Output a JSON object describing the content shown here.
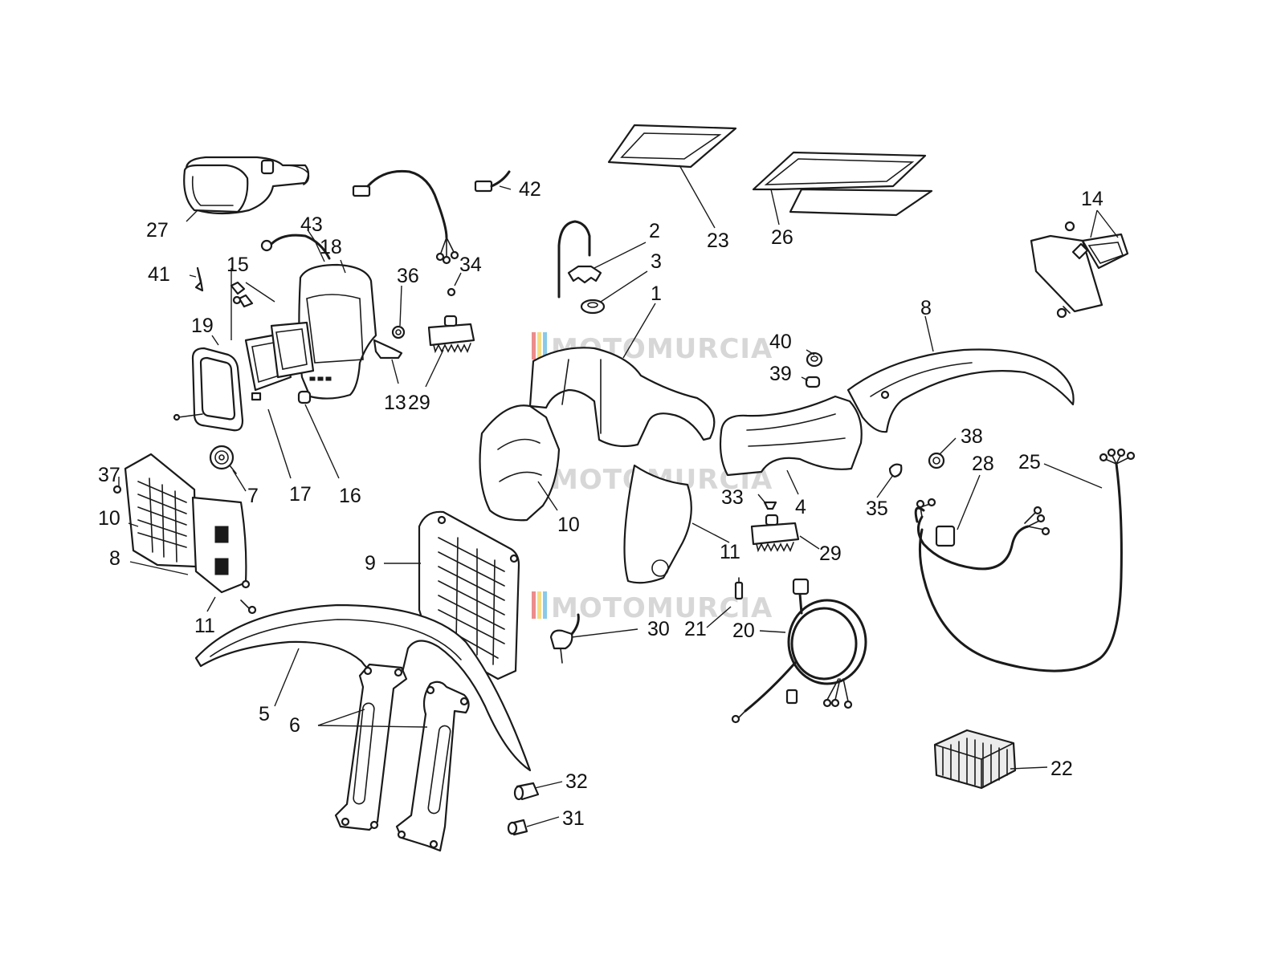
{
  "diagram": {
    "watermark_text": "MOTOMURCIA",
    "watermark_stripe_colors": [
      "#e03030",
      "#f0c020",
      "#2aa0d8"
    ],
    "callouts": [
      {
        "id": "c27",
        "label": "27"
      },
      {
        "id": "c43",
        "label": "43"
      },
      {
        "id": "c18",
        "label": "18"
      },
      {
        "id": "c15",
        "label": "15"
      },
      {
        "id": "c41",
        "label": "41"
      },
      {
        "id": "c19",
        "label": "19"
      },
      {
        "id": "c36",
        "label": "36"
      },
      {
        "id": "c34",
        "label": "34"
      },
      {
        "id": "c42",
        "label": "42"
      },
      {
        "id": "c13",
        "label": "13"
      },
      {
        "id": "c29a",
        "label": "29"
      },
      {
        "id": "c17",
        "label": "17"
      },
      {
        "id": "c16",
        "label": "16"
      },
      {
        "id": "c7",
        "label": "7"
      },
      {
        "id": "c37",
        "label": "37"
      },
      {
        "id": "c10a",
        "label": "10"
      },
      {
        "id": "c8a",
        "label": "8"
      },
      {
        "id": "c11a",
        "label": "11"
      },
      {
        "id": "c2",
        "label": "2"
      },
      {
        "id": "c3",
        "label": "3"
      },
      {
        "id": "c1",
        "label": "1"
      },
      {
        "id": "c23",
        "label": "23"
      },
      {
        "id": "c26",
        "label": "26"
      },
      {
        "id": "c14",
        "label": "14"
      },
      {
        "id": "c8b",
        "label": "8"
      },
      {
        "id": "c40",
        "label": "40"
      },
      {
        "id": "c39",
        "label": "39"
      },
      {
        "id": "c38",
        "label": "38"
      },
      {
        "id": "c28",
        "label": "28"
      },
      {
        "id": "c25",
        "label": "25"
      },
      {
        "id": "c35",
        "label": "35"
      },
      {
        "id": "c10b",
        "label": "10"
      },
      {
        "id": "c33",
        "label": "33"
      },
      {
        "id": "c4",
        "label": "4"
      },
      {
        "id": "c11b",
        "label": "11"
      },
      {
        "id": "c29b",
        "label": "29"
      },
      {
        "id": "c9",
        "label": "9"
      },
      {
        "id": "c30",
        "label": "30"
      },
      {
        "id": "c21",
        "label": "21"
      },
      {
        "id": "c20",
        "label": "20"
      },
      {
        "id": "c5",
        "label": "5"
      },
      {
        "id": "c6",
        "label": "6"
      },
      {
        "id": "c32",
        "label": "32"
      },
      {
        "id": "c31",
        "label": "31"
      },
      {
        "id": "c22",
        "label": "22"
      }
    ]
  }
}
